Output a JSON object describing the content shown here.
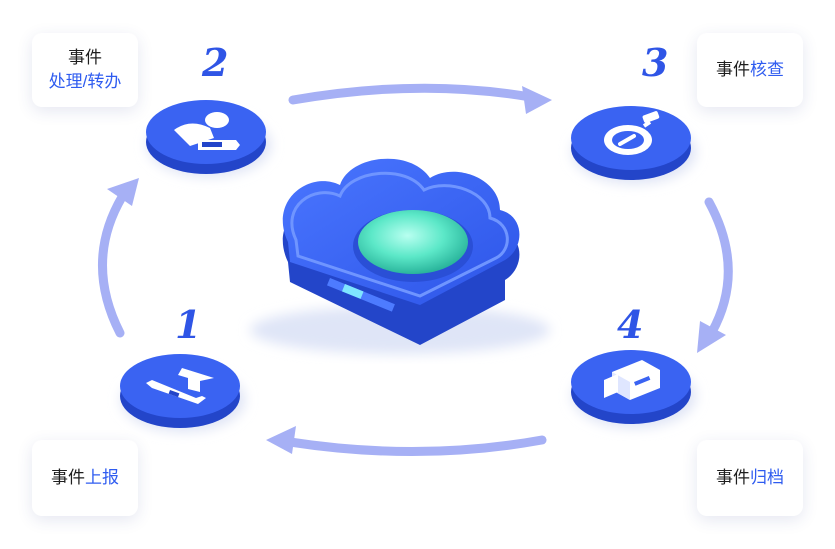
{
  "steps": [
    {
      "number": "1",
      "prefix": "事件",
      "highlight": "上报",
      "icon": "upload-arrow-icon"
    },
    {
      "number": "2",
      "prefix": "事件",
      "highlight": "处理/转办",
      "icon": "user-edit-icon"
    },
    {
      "number": "3",
      "prefix": "事件",
      "highlight": "核查",
      "icon": "stopwatch-icon"
    },
    {
      "number": "4",
      "prefix": "事件",
      "highlight": "归档",
      "icon": "archive-icon"
    }
  ],
  "center_icon": "cloud-icon",
  "colors": {
    "accent": "#2f5cf0",
    "arrow": "#a6b0f5",
    "disc_top": "#3a63f2",
    "disc_side": "#2345c9"
  }
}
